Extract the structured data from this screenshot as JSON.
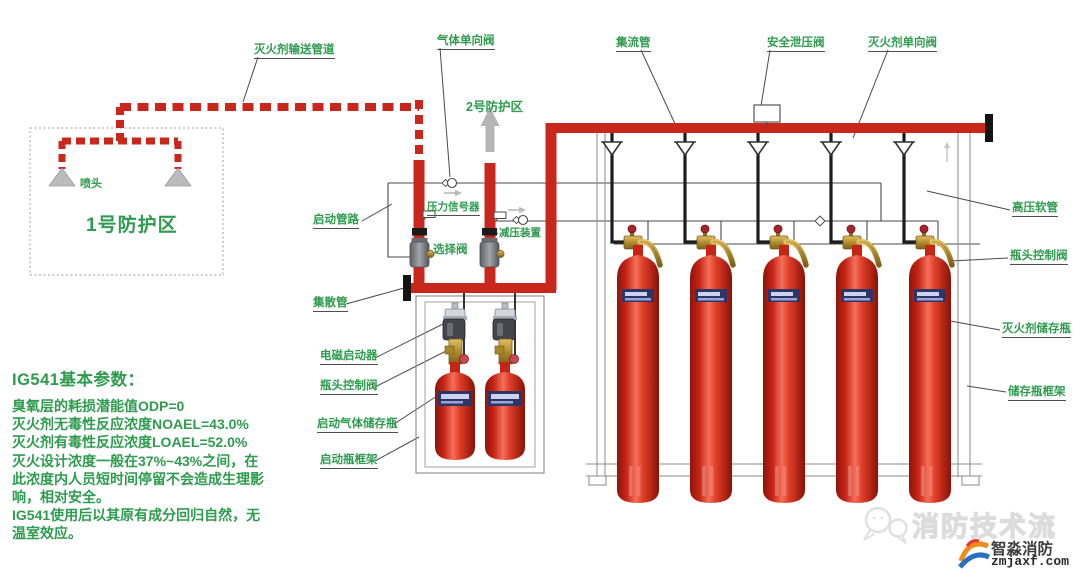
{
  "colors": {
    "pipe_red": "#c9271c",
    "label_green": "#2e9b4e",
    "line_gray": "#4a4a4a",
    "metal_gray": "#b5b5b5",
    "brass": "#b58e2f",
    "cylinder_red": "#d5281a",
    "navy_label": "#2c3566"
  },
  "callouts": {
    "delivery_pipe": "灭火剂输送管道",
    "gas_check_valve": "气体单向阀",
    "manifold": "集流管",
    "safety_relief_valve": "安全泄压阀",
    "agent_check_valve": "灭火剂单向阀",
    "start_pipeline": "启动管路",
    "pressure_signal": "压力信号器",
    "selector_valve": "选择阀",
    "pressure_reducer": "减压装置",
    "collector_pipe": "集散管",
    "solenoid_actuator": "电磁启动器",
    "starter_bottle_head_valve": "瓶头控制阀",
    "starter_gas_bottle": "启动气体储存瓶",
    "starter_bottle_frame": "启动瓶框架",
    "hp_hose": "高压软管",
    "bottle_head_valve": "瓶头控制阀",
    "agent_storage_bottle": "灭火剂储存瓶",
    "storage_bottle_frame": "储存瓶框架",
    "zone1": "1号防护区",
    "zone2": "2号防护区",
    "nozzle": "喷头"
  },
  "params": {
    "title": "IG541基本参数：",
    "lines": [
      "臭氧层的耗损潜能值ODP=0",
      "灭火剂无毒性反应浓度NOAEL=43.0%",
      "灭火剂有毒性反应浓度LOAEL=52.0%",
      "灭火设计浓度一般在37%~43%之间，在",
      "此浓度内人员短时间停留不会造成生理影",
      "响，相对安全。",
      "IG541使用后以其原有成分回归自然，无",
      "温室效应。"
    ]
  },
  "watermark": {
    "text": "消防技术流"
  },
  "logo": {
    "brand": "智淼消防",
    "domain": "zmjaxf.com"
  }
}
